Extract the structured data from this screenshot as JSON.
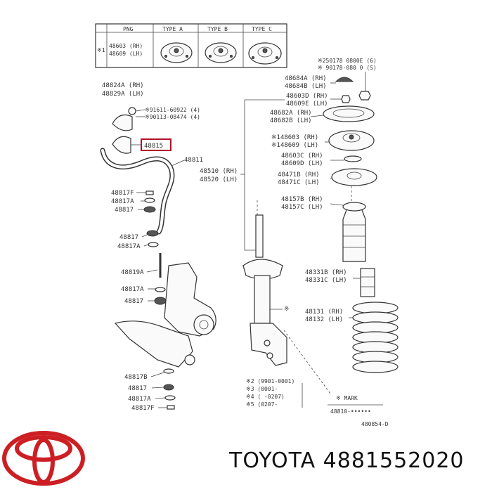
{
  "table": {
    "col_png": "PNG",
    "col_a": "TYPE A",
    "col_b": "TYPE B",
    "col_c": "TYPE C",
    "row_mark": "※1",
    "row_line1": "48603 (RH)",
    "row_line2": "48609 (LH)"
  },
  "left_labels": {
    "l1": "48824A (RH)",
    "l2": "48829A (LH)",
    "l3": "※91611-60922 (4)",
    "l4": "※90113-08474 (4)",
    "highlight": "48815",
    "l6": "48811",
    "l7": "48817F",
    "l8": "48817A",
    "l9": "48817",
    "l10": "48817",
    "l11": "48817A",
    "l12": "48819A",
    "l13": "48817A",
    "l14": "48817",
    "l15": "48817B",
    "l16": "48817",
    "l17": "48817A",
    "l18": "48817F"
  },
  "center_labels": {
    "c1": "48510 (RH)",
    "c2": "48520 (LH)",
    "star": "※",
    "n1": "※2 (9901-0001)",
    "n2": "※3 (0001-",
    "n3": "※4 (      -0207)",
    "n4": "※5 (0207-"
  },
  "right_labels": {
    "r1": "※250178 0800E (6)",
    "r2": "※ 90178-080 0 (S)",
    "r3": "48684A (RH)",
    "r4": "48684B (LH)",
    "r5": "48603D (RH)",
    "r6": "48609E (LH)",
    "r7": "48682A (RH)",
    "r8": "48682B (LH)",
    "r9": "※148603 (RH)",
    "r10": "※148609 (LH)",
    "r11": "48603C (RH)",
    "r12": "48609D (LH)",
    "r13": "48471B (RH)",
    "r14": "48471C (LH)",
    "r15": "48157B (RH)",
    "r16": "48157C (LH)",
    "r17": "48331B (RH)",
    "r18": "48331C (LH)",
    "r19": "48131 (RH)",
    "r20": "48132 (LH)",
    "mark": "※ MARK",
    "mark2": "48810-••••••",
    "code": "480854-D"
  },
  "brand": {
    "text": "TOYOTA 4881552020",
    "logo_color": "#cc1f24",
    "highlight_color": "#b3122a"
  }
}
